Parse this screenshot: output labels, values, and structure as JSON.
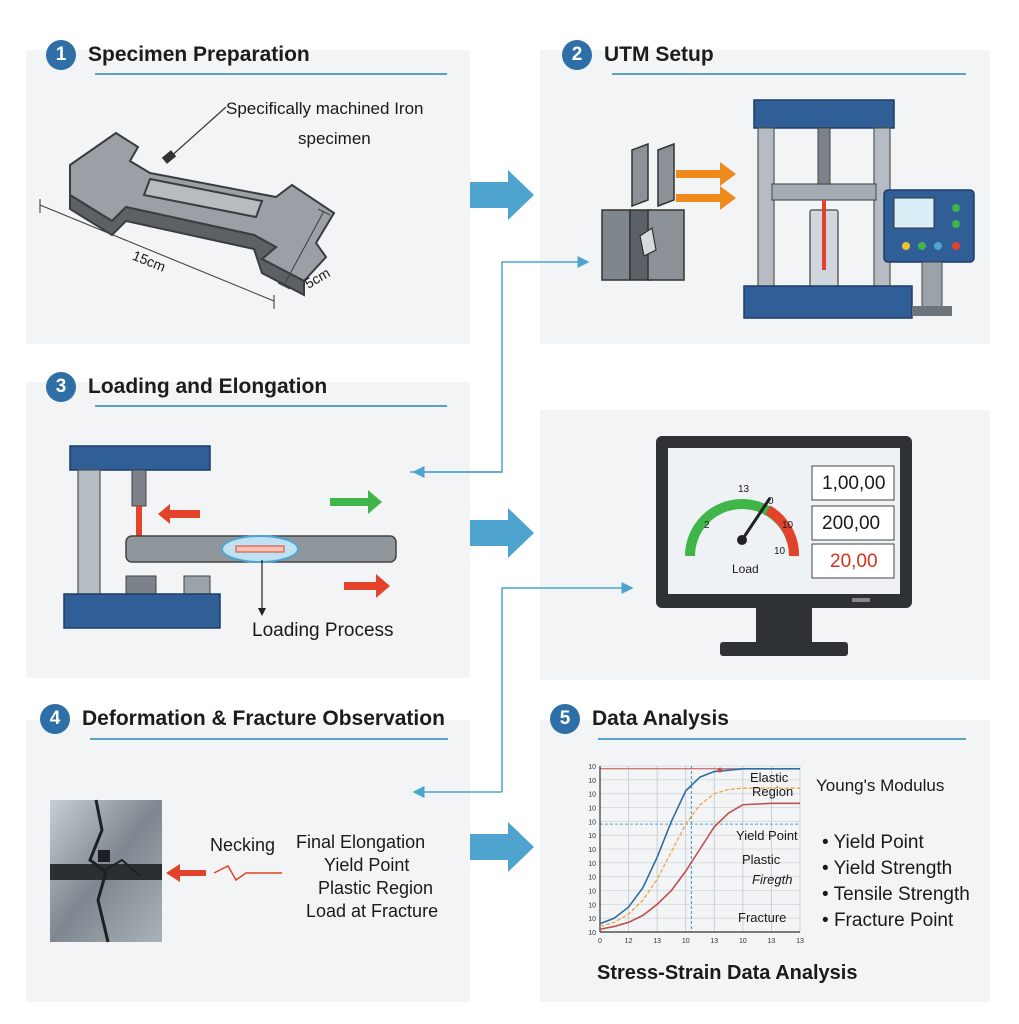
{
  "colors": {
    "accent": "#2d6fa6",
    "arrow": "#4ea4cf",
    "machine": "#2f5f96",
    "red": "#e2432a",
    "green": "#3fb54a",
    "orange": "#f08a1c"
  },
  "steps": [
    {
      "num": "1",
      "title": "Specimen Preparation"
    },
    {
      "num": "2",
      "title": "UTM Setup"
    },
    {
      "num": "3",
      "title": "Loading and Elongation"
    },
    {
      "num": "4",
      "title": "Deformation & Fracture Observation"
    },
    {
      "num": "5",
      "title": "Data Analysis"
    }
  ],
  "specimen": {
    "callout_line1": "Specifically machined Iron",
    "callout_line2": "specimen",
    "length": "15cm",
    "width": "5cm"
  },
  "loading": {
    "caption": "Loading Process"
  },
  "monitor": {
    "gauge_label": "Load",
    "gauge_ticks": [
      "2",
      "13",
      "0",
      "10",
      "10"
    ],
    "readouts": [
      "1,00,00",
      "200,00",
      "20,00"
    ]
  },
  "observation": {
    "necking": "Necking",
    "items": [
      "Final Elongation",
      "Yield Point",
      "Plastic Region",
      "Load at Fracture"
    ]
  },
  "analysis": {
    "youngs": "Young's Modulus",
    "bullets": [
      "Yield Point",
      "Yield Strength",
      "Tensile Strength",
      "Fracture Point"
    ],
    "caption": "Stress-Strain Data Analysis"
  },
  "chart_data": {
    "type": "line",
    "y_ticks": [
      "10",
      "10",
      "10",
      "10",
      "10",
      "10",
      "10",
      "10",
      "10",
      "10",
      "10",
      "10",
      "10"
    ],
    "x_ticks": [
      "0",
      "12",
      "13",
      "10",
      "13",
      "10",
      "13",
      "13"
    ],
    "annotations": [
      "Elastic",
      "Region",
      "Yield Point",
      "Plastic",
      "Firegth",
      "Fracture"
    ],
    "series": [
      {
        "color": "#2f6ea3",
        "x": [
          0,
          0.5,
          1,
          1.5,
          2,
          2.5,
          3,
          3.5,
          4,
          4.5,
          5,
          6,
          7
        ],
        "y": [
          0.6,
          1.0,
          1.8,
          3.2,
          5.4,
          8.0,
          10.2,
          11.2,
          11.6,
          11.7,
          11.8,
          11.8,
          11.8
        ]
      },
      {
        "color": "#f29d3a",
        "x": [
          0,
          0.5,
          1,
          1.5,
          2,
          2.5,
          3,
          3.5,
          4,
          4.5,
          5,
          6,
          7
        ],
        "y": [
          0.4,
          0.7,
          1.3,
          2.3,
          3.8,
          5.8,
          7.8,
          9.2,
          10.0,
          10.3,
          10.4,
          10.4,
          10.4
        ]
      },
      {
        "color": "#c0504d",
        "x": [
          0,
          0.5,
          1,
          1.5,
          2,
          2.5,
          3,
          3.5,
          4,
          4.5,
          5,
          6,
          7
        ],
        "y": [
          0.2,
          0.4,
          0.7,
          1.2,
          2.0,
          3.0,
          4.4,
          6.0,
          7.6,
          8.6,
          9.2,
          9.3,
          9.3
        ]
      }
    ]
  }
}
